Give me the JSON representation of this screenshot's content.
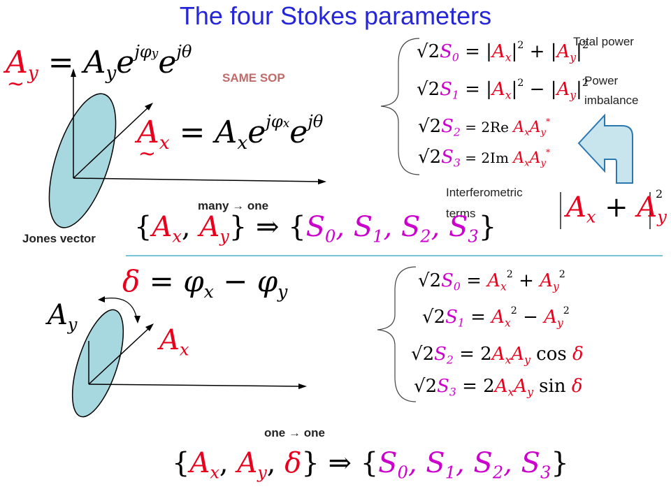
{
  "title": "The four Stokes parameters",
  "labels": {
    "same_sop": "SAME SOP",
    "total_power": "Total power",
    "power_imbalance_1": "Power",
    "power_imbalance_2": "imbalance",
    "interferometric_1": "Interferometric",
    "interferometric_2": "terms",
    "many_one": "many",
    "many_one_to": "one",
    "jones_vector": "Jones vector",
    "one_one_from": "one",
    "one_one_to": "one"
  },
  "colors": {
    "title": "#2626d9",
    "amplitude": "#e8001c",
    "stokes": "#cc00cc",
    "ellipse_fill": "#a8d8df",
    "divider": "#2aa0c0",
    "arrow_fill": "#c8e4ec",
    "arrow_stroke": "#2a78b0"
  },
  "symbols": {
    "arrow_glyph": "→",
    "implies": "⇒"
  }
}
